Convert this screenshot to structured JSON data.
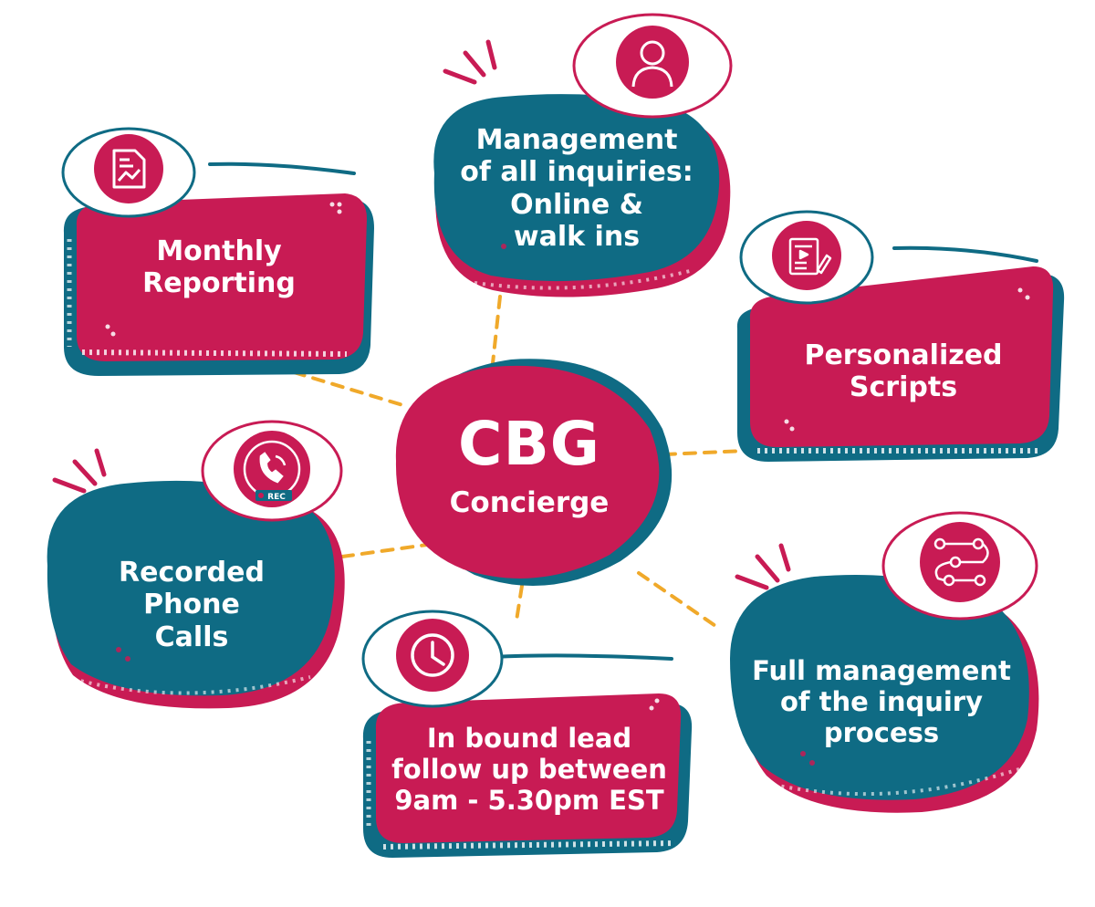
{
  "colors": {
    "magenta": "#c81b54",
    "teal": "#0f6b84",
    "dash": "#f0a92a",
    "white": "#ffffff"
  },
  "center": {
    "title": "CBG",
    "subtitle": "Concierge"
  },
  "nodes": {
    "monthly_reporting": {
      "lines": [
        "Monthly",
        "Reporting"
      ],
      "icon": "report-document-icon"
    },
    "inquiries": {
      "lines": [
        "Management",
        "of all inquiries:",
        "Online &",
        "walk ins"
      ],
      "icon": "user-profile-icon"
    },
    "scripts": {
      "lines": [
        "Personalized",
        "Scripts"
      ],
      "icon": "script-document-icon"
    },
    "recorded_calls": {
      "lines": [
        "Recorded",
        "Phone",
        "Calls"
      ],
      "icon": "phone-recording-icon",
      "badge": "REC"
    },
    "lead_followup": {
      "lines": [
        "In bound lead",
        "follow up between",
        "9am - 5.30pm EST"
      ],
      "icon": "clock-icon"
    },
    "inquiry_process": {
      "lines": [
        "Full management",
        "of the inquiry",
        "process"
      ],
      "icon": "process-flow-icon"
    }
  }
}
